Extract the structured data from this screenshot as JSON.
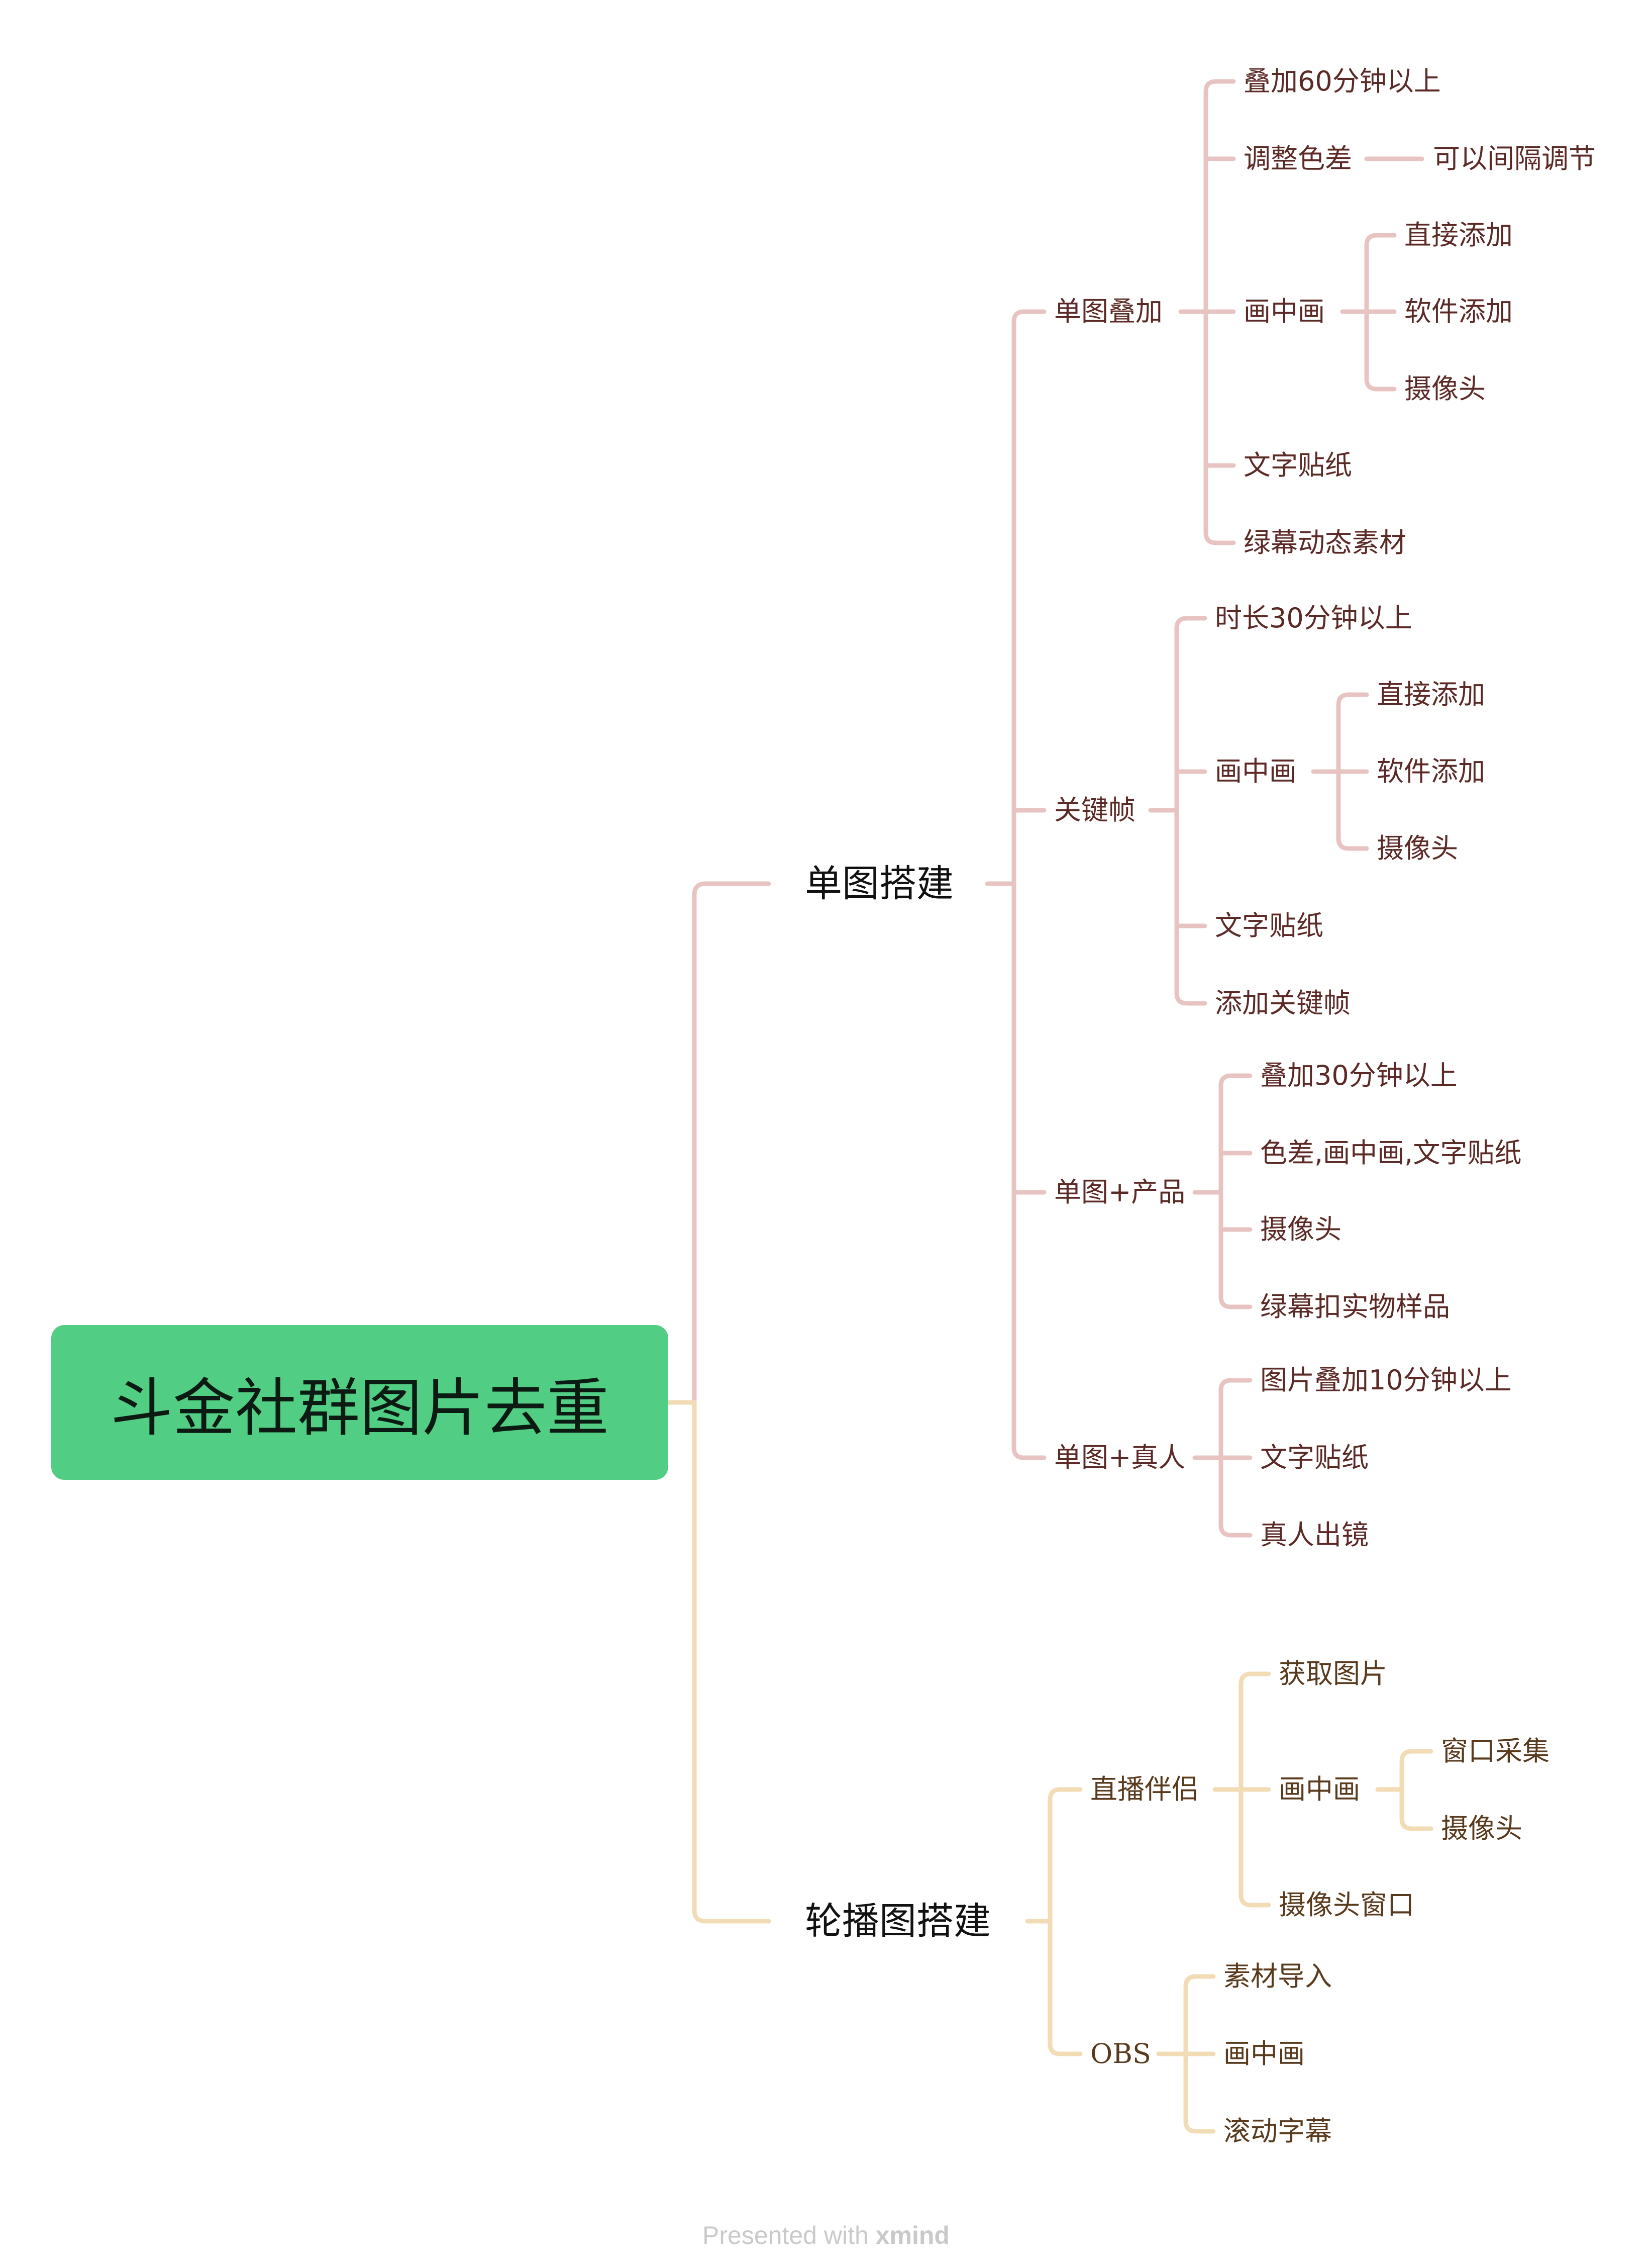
{
  "colors": {
    "root_fill": "#52ce84",
    "branch_pink": "#e7c4c2",
    "branch_tan": "#f1dcb6",
    "text_pink": "#5c2a26",
    "text_tan": "#5a3a1c"
  },
  "root": "斗金社群图片去重",
  "branches": [
    {
      "label": "单图搭建",
      "children": [
        {
          "label": "单图叠加",
          "children": [
            {
              "label": "叠加60分钟以上"
            },
            {
              "label": "调整色差",
              "children": [
                {
                  "label": "可以间隔调节"
                }
              ]
            },
            {
              "label": "画中画",
              "children": [
                {
                  "label": "直接添加"
                },
                {
                  "label": "软件添加"
                },
                {
                  "label": "摄像头"
                }
              ]
            },
            {
              "label": "文字贴纸"
            },
            {
              "label": "绿幕动态素材"
            }
          ]
        },
        {
          "label": "关键帧",
          "children": [
            {
              "label": "时长30分钟以上"
            },
            {
              "label": "画中画",
              "children": [
                {
                  "label": "直接添加"
                },
                {
                  "label": "软件添加"
                },
                {
                  "label": "摄像头"
                }
              ]
            },
            {
              "label": "文字贴纸"
            },
            {
              "label": "添加关键帧"
            }
          ]
        },
        {
          "label": "单图+产品",
          "children": [
            {
              "label": "叠加30分钟以上"
            },
            {
              "label": "色差,画中画,文字贴纸"
            },
            {
              "label": "摄像头"
            },
            {
              "label": "绿幕扣实物样品"
            }
          ]
        },
        {
          "label": "单图+真人",
          "children": [
            {
              "label": "图片叠加10分钟以上"
            },
            {
              "label": "文字贴纸"
            },
            {
              "label": "真人出镜"
            }
          ]
        }
      ]
    },
    {
      "label": "轮播图搭建",
      "children": [
        {
          "label": "直播伴侣",
          "children": [
            {
              "label": "获取图片"
            },
            {
              "label": "画中画",
              "children": [
                {
                  "label": "窗口采集"
                },
                {
                  "label": "摄像头"
                }
              ]
            },
            {
              "label": "摄像头窗口"
            }
          ]
        },
        {
          "label": "OBS",
          "children": [
            {
              "label": "素材导入"
            },
            {
              "label": "画中画"
            },
            {
              "label": "滚动字幕"
            }
          ]
        }
      ]
    }
  ],
  "footer": {
    "prefix": "Presented with",
    "brand": "xmind"
  }
}
